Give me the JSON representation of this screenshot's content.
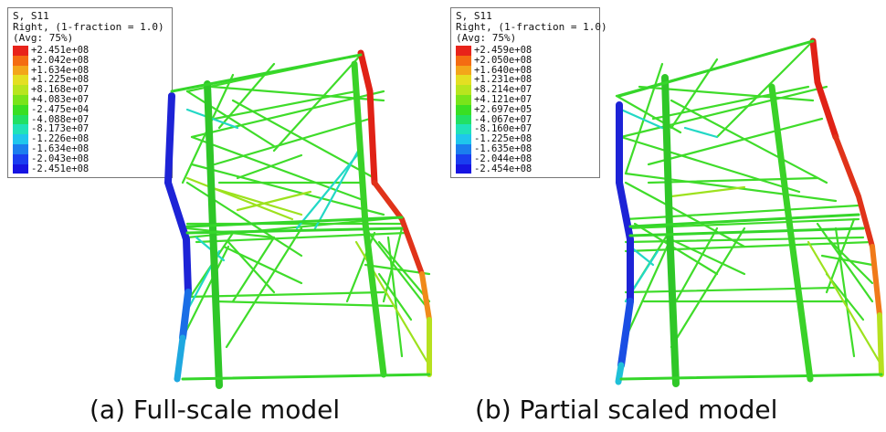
{
  "panels": [
    {
      "legend": {
        "line1": "S, S11",
        "line2": "Right, (1-fraction = 1.0)",
        "line3": "(Avg: 75%)",
        "entries": [
          {
            "value": "+2.451e+08",
            "color": "#e8231a"
          },
          {
            "value": "+2.042e+08",
            "color": "#f46c12"
          },
          {
            "value": "+1.634e+08",
            "color": "#f3a61a"
          },
          {
            "value": "+1.225e+08",
            "color": "#e4df22"
          },
          {
            "value": "+8.168e+07",
            "color": "#b8e51e"
          },
          {
            "value": "+4.083e+07",
            "color": "#79e41a"
          },
          {
            "value": "-2.475e+04",
            "color": "#39df23"
          },
          {
            "value": "-4.088e+07",
            "color": "#22e064"
          },
          {
            "value": "-8.173e+07",
            "color": "#20e2b8"
          },
          {
            "value": "-1.226e+08",
            "color": "#1fc6ec"
          },
          {
            "value": "-1.634e+08",
            "color": "#1b7eee"
          },
          {
            "value": "-2.043e+08",
            "color": "#1a3ef0"
          },
          {
            "value": "-2.451e+08",
            "color": "#1614e2"
          }
        ]
      },
      "caption": "(a) Full-scale model"
    },
    {
      "legend": {
        "line1": "S, S11",
        "line2": "Right, (1-fraction = 1.0)",
        "line3": "(Avg: 75%)",
        "entries": [
          {
            "value": "+2.459e+08",
            "color": "#e8231a"
          },
          {
            "value": "+2.050e+08",
            "color": "#f46c12"
          },
          {
            "value": "+1.640e+08",
            "color": "#f3a61a"
          },
          {
            "value": "+1.231e+08",
            "color": "#e4df22"
          },
          {
            "value": "+8.214e+07",
            "color": "#b8e51e"
          },
          {
            "value": "+4.121e+07",
            "color": "#79e41a"
          },
          {
            "value": "+2.697e+05",
            "color": "#39df23"
          },
          {
            "value": "-4.067e+07",
            "color": "#22e064"
          },
          {
            "value": "-8.160e+07",
            "color": "#20e2b8"
          },
          {
            "value": "-1.225e+08",
            "color": "#1fc6ec"
          },
          {
            "value": "-1.635e+08",
            "color": "#1b7eee"
          },
          {
            "value": "-2.044e+08",
            "color": "#1a3ef0"
          },
          {
            "value": "-2.454e+08",
            "color": "#1614e2"
          }
        ]
      },
      "caption": "(b) Partial scaled model"
    }
  ]
}
